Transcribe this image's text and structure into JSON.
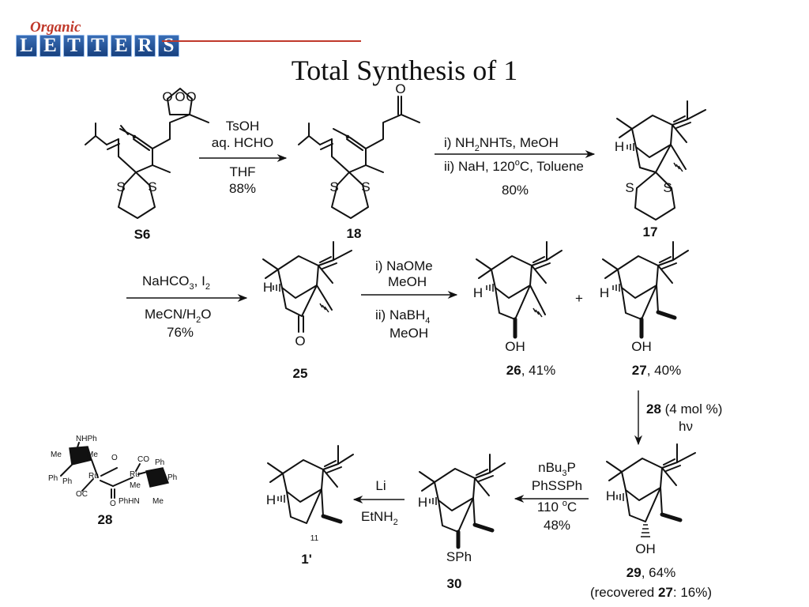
{
  "logo": {
    "script": "Organic",
    "letters": [
      "L",
      "E",
      "T",
      "T",
      "E",
      "R",
      "S"
    ]
  },
  "title": "Total Synthesis of 1",
  "compounds": {
    "s6": "S6",
    "c18": "18",
    "c17": "17",
    "c25": "25",
    "c26": "26",
    "c26_yield": ", 41%",
    "c27": "27",
    "c27_yield": ", 40%",
    "c28": "28",
    "c29": "29",
    "c29_yield": ", 64%",
    "recovered_pre": "(recovered ",
    "recovered_cpd": "27",
    "recovered_post": ": 16%)",
    "c30": "30",
    "c1p": "1'",
    "pos11": "11"
  },
  "atoms": {
    "S": "S",
    "O": "O",
    "H": "H",
    "OH": "OH",
    "SPh": "SPh",
    "plus": "+"
  },
  "catalyst": {
    "NHPh": "NHPh",
    "Me": "Me",
    "Ph": "Ph",
    "Ru": "Ru",
    "O": "O",
    "CO": "CO",
    "OC": "OC",
    "PhHN": "PhHN"
  },
  "steps": {
    "step1": {
      "l1": "TsOH",
      "l2": "aq. HCHO",
      "l3": "THF",
      "l4": "88%"
    },
    "step2": {
      "l1a": "i) NH",
      "l1sub": "2",
      "l1b": "NHTs, MeOH",
      "l2a": "ii) NaH, 120",
      "l2sup": "o",
      "l2b": "C, Toluene",
      "l3": "80%"
    },
    "step3": {
      "l1a": "NaHCO",
      "l1sub": "3",
      "l1b": ",  I",
      "l1sub2": "2",
      "l2a": "MeCN/H",
      "l2sub": "2",
      "l2b": "O",
      "l3": "76%"
    },
    "step4": {
      "l1": "i) NaOMe",
      "l2": "MeOH",
      "l3a": "ii) NaBH",
      "l3sub": "4",
      "l4": "MeOH"
    },
    "step5": {
      "cpd": "28",
      "l1": " (4 mol %)",
      "l2": "hν"
    },
    "step6": {
      "l1a": "nBu",
      "l1sub": "3",
      "l1b": "P",
      "l2": "PhSSPh",
      "l3a": "110 ",
      "l3sup": "o",
      "l3b": "C",
      "l4": "48%"
    },
    "step7": {
      "l1": "Li",
      "l2a": "EtNH",
      "l2sub": "2"
    }
  }
}
